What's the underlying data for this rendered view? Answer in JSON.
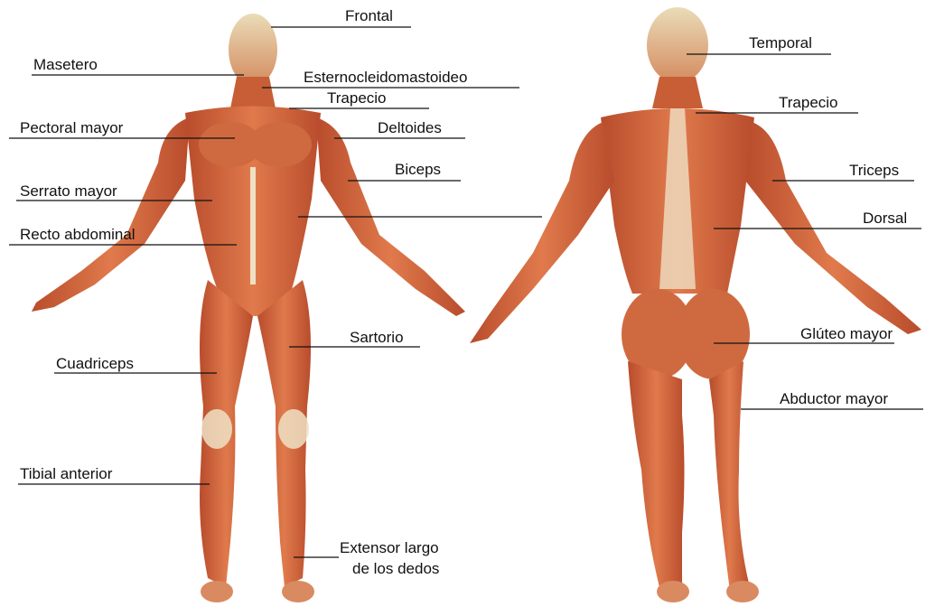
{
  "colors": {
    "muscle": "#d9693f",
    "muscle_dark": "#b2462a",
    "muscle_light": "#f0a27a",
    "tendon": "#efe0c4",
    "line": "#111111"
  },
  "front_view": {
    "frontal": "Frontal",
    "masetero": "Masetero",
    "esternocleidomastoideo": "Esternocleidomastoideo",
    "trapecio": "Trapecio",
    "pectoral_mayor": "Pectoral mayor",
    "deltoides": "Deltoides",
    "biceps": "Biceps",
    "serrato_mayor": "Serrato mayor",
    "recto_abdominal": "Recto abdominal",
    "sartorio": "Sartorio",
    "cuadriceps": "Cuadriceps",
    "tibial_anterior": "Tibial anterior",
    "extensor_line1": "Extensor largo",
    "extensor_line2": "de los dedos"
  },
  "back_view": {
    "temporal": "Temporal",
    "trapecio": "Trapecio",
    "triceps": "Triceps",
    "dorsal": "Dorsal",
    "gluteo_mayor": "Glúteo mayor",
    "abductor_mayor": "Abductor mayor"
  }
}
